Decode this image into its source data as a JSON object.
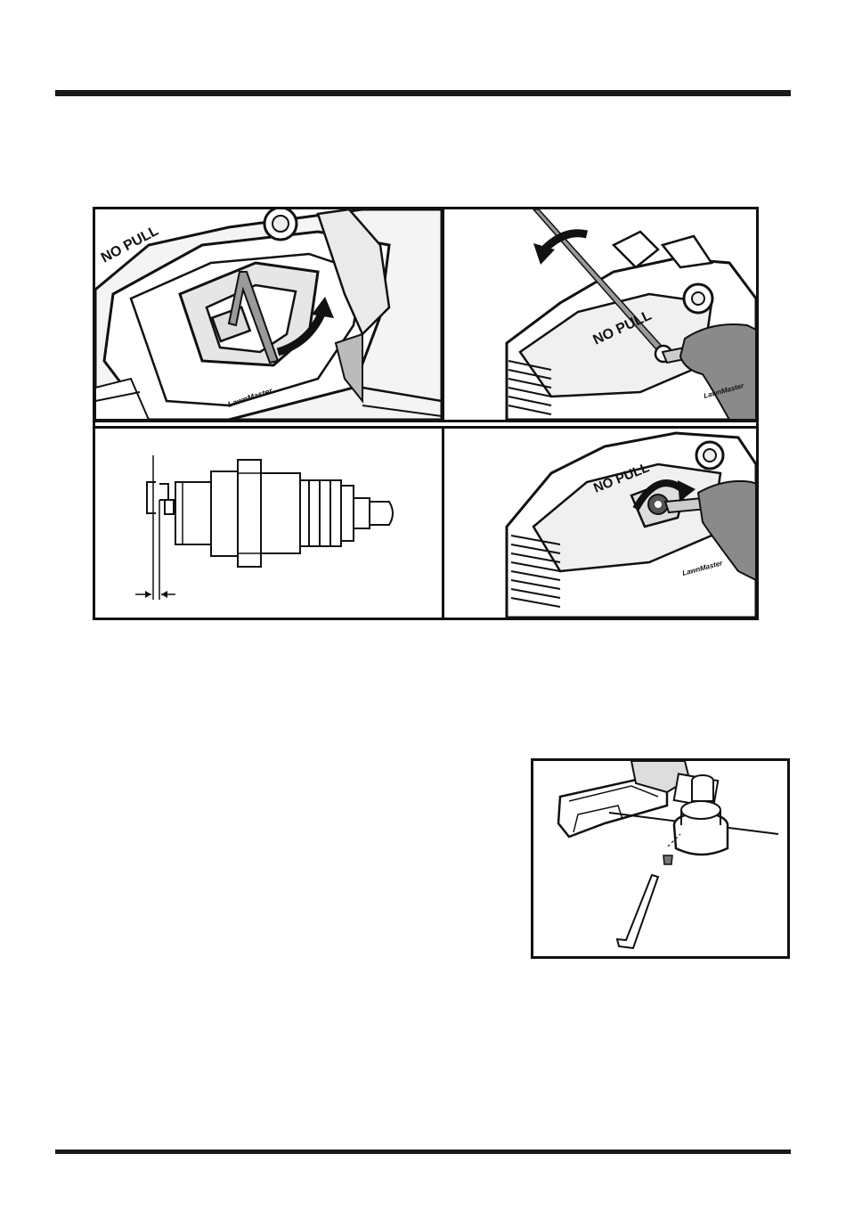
{
  "page": {
    "colors": {
      "rule": "#1a1a1a",
      "line_art": "#111111",
      "shade": "#8a8a8a",
      "background": "#ffffff"
    }
  },
  "figures": {
    "engine_top_left": {
      "logo_text": "NO PULL",
      "brand_text": "LawnMaster"
    },
    "engine_top_right": {
      "logo_text": "NO PULL",
      "brand_text": "LawnMaster"
    },
    "spark_plug_gap": {},
    "engine_bottom_right": {
      "logo_text": "NO PULL",
      "brand_text": "LawnMaster"
    },
    "trimmer_head_hex_key": {}
  }
}
